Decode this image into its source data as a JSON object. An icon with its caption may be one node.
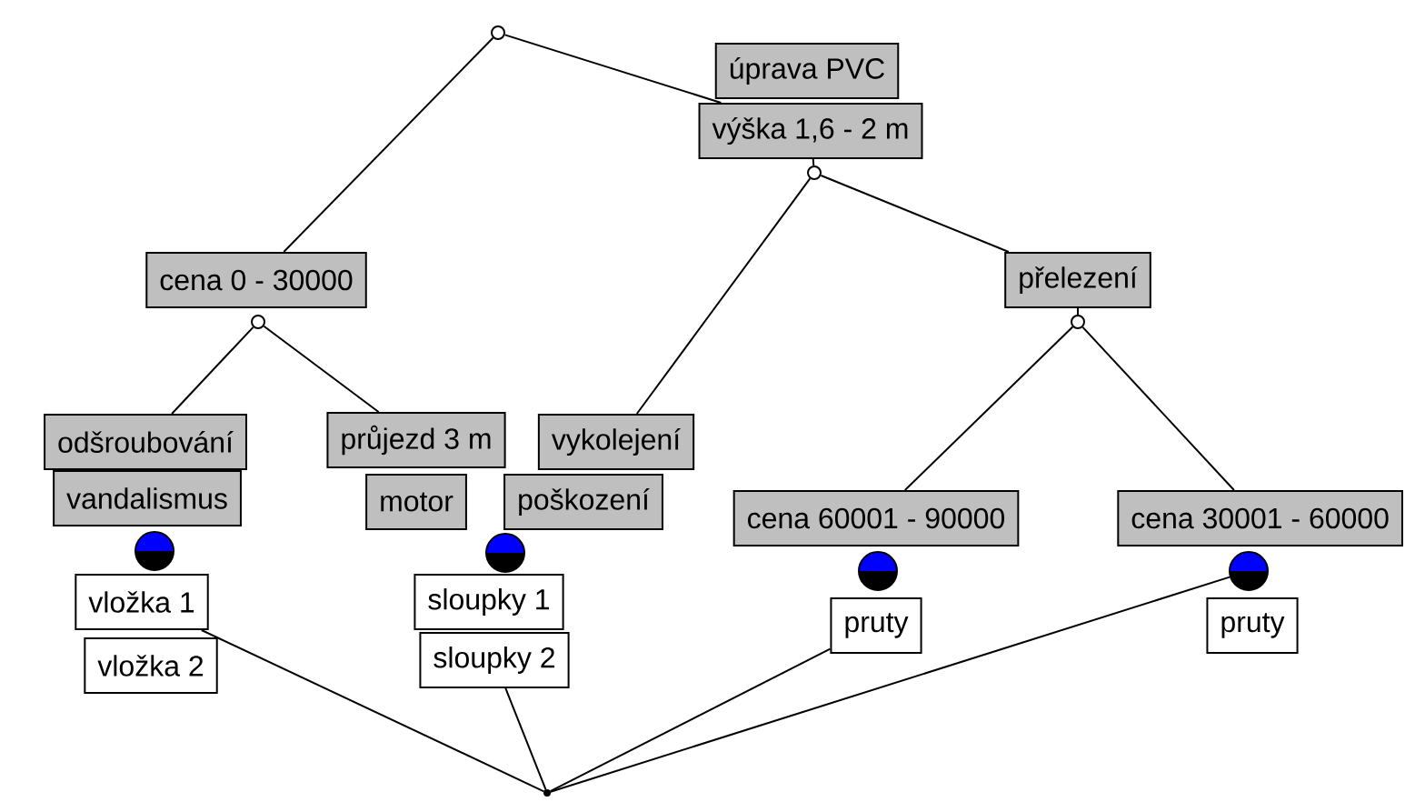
{
  "diagram": {
    "nodes": [
      {
        "text": [],
        "shape": "circle"
      },
      {
        "text": [
          "úprava PVC"
        ]
      },
      {
        "text": [
          "výška 1,6 - 2 m"
        ]
      },
      {
        "text": [],
        "shape": "circle"
      },
      {
        "text": [
          "cena 0 - 30000"
        ]
      },
      {
        "text": [
          "přelezení"
        ]
      },
      {
        "text": [],
        "shape": "circle"
      },
      {
        "text": [],
        "shape": "circle"
      },
      {
        "text": [
          "odšroubování"
        ]
      },
      {
        "text": [
          "průjezd 3 m"
        ]
      },
      {
        "text": [
          "vykolejení"
        ]
      },
      {
        "text": [
          "vandalismus"
        ]
      },
      {
        "text": [
          "motor"
        ]
      },
      {
        "text": [
          "poškození"
        ]
      },
      {
        "text": [
          "cena 60001 - 90000"
        ]
      },
      {
        "text": [
          "cena 30001 - 60000"
        ]
      },
      {
        "text": [],
        "shape": "circle"
      },
      {
        "text": [],
        "shape": "circle"
      },
      {
        "text": [],
        "shape": "circle"
      },
      {
        "text": [],
        "shape": "circle"
      },
      {
        "text": [
          "vložka 1"
        ]
      },
      {
        "text": [
          "sloupky 1"
        ]
      },
      {
        "text": [
          "pruty"
        ]
      },
      {
        "text": [
          "pruty"
        ]
      },
      {
        "text": [
          "sloupky 2"
        ]
      },
      {
        "text": [
          "vložka 2"
        ]
      },
      {
        "text": [],
        "shape": "circle"
      }
    ],
    "edges": [
      {
        "from": 0,
        "to": 4,
        "arrow": "none"
      },
      {
        "from": 0,
        "to": 2,
        "arrow": "none"
      },
      {
        "from": 2,
        "to": 3,
        "arrow": "none"
      },
      {
        "from": 3,
        "to": 10,
        "arrow": "none"
      },
      {
        "from": 3,
        "to": 5,
        "arrow": "none"
      },
      {
        "from": 5,
        "to": 7,
        "arrow": "none"
      },
      {
        "from": 6,
        "to": 8,
        "arrow": "none"
      },
      {
        "from": 6,
        "to": 9,
        "arrow": "none"
      },
      {
        "from": 7,
        "to": 14,
        "arrow": "none"
      },
      {
        "from": 7,
        "to": 15,
        "arrow": "none"
      },
      {
        "from": 20,
        "to": 26,
        "arrow": "none"
      },
      {
        "from": 24,
        "to": 26,
        "arrow": "none"
      },
      {
        "from": 22,
        "to": 26,
        "arrow": "none"
      },
      {
        "from": 19,
        "to": 26,
        "arrow": "none"
      }
    ]
  }
}
